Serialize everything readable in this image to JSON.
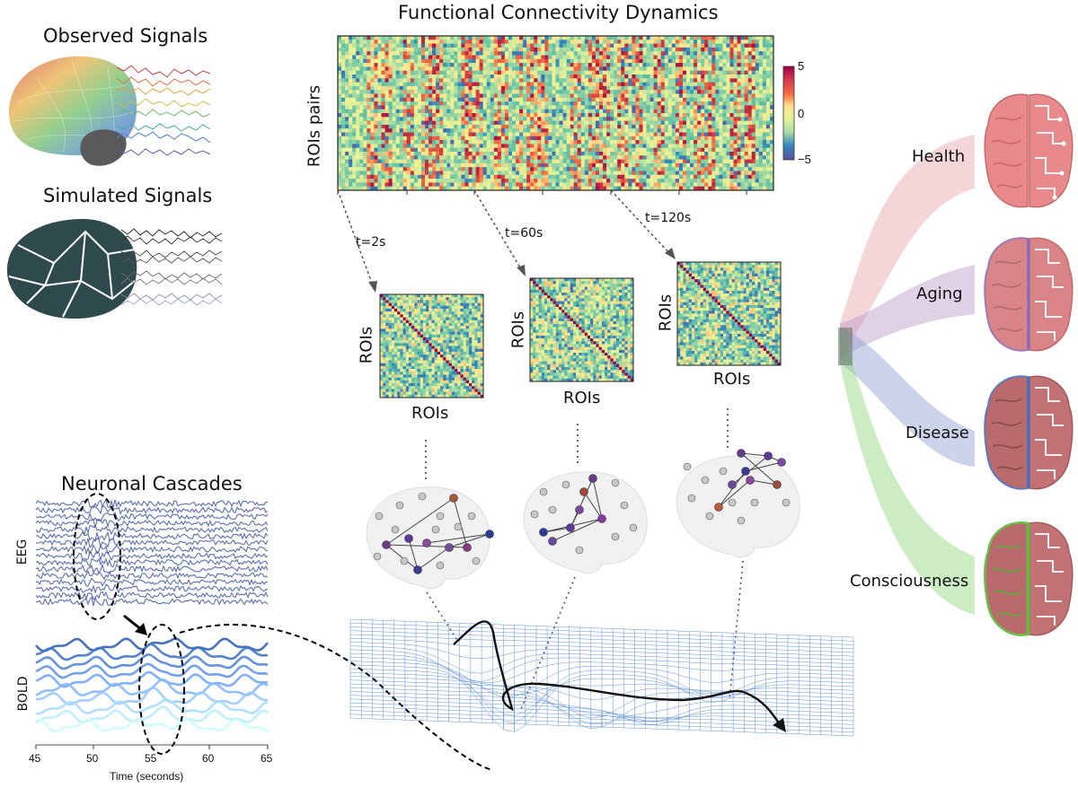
{
  "panels": {
    "observed": {
      "title": "Observed Signals"
    },
    "simulated": {
      "title": "Simulated Signals"
    },
    "cascades": {
      "title": "Neuronal Cascades",
      "eeg_label": "EEG",
      "bold_label": "BOLD",
      "x_ticks": [
        "45",
        "50",
        "55",
        "60",
        "65"
      ],
      "x_label": "Time (seconds)"
    },
    "fcd": {
      "title": "Functional Connectivity Dynamics",
      "y_label": "ROIs pairs",
      "colorbar_ticks": [
        "5",
        "0",
        "−5"
      ]
    },
    "snapshots": [
      {
        "time": "t=2s",
        "x_label": "ROIs",
        "y_label": "ROIs"
      },
      {
        "time": "t=60s",
        "x_label": "ROIs",
        "y_label": "ROIs"
      },
      {
        "time": "t=120s",
        "x_label": "ROIs",
        "y_label": "ROIs"
      }
    ],
    "outcomes": [
      "Health",
      "Aging",
      "Disease",
      "Consciousness"
    ]
  },
  "colors": {
    "health": "#e8a3a8",
    "aging": "#b89ac8",
    "disease": "#8ea0d0",
    "consciousness": "#8fd67a",
    "eeg": "#4a5fa6",
    "bold": "#3f6fb5",
    "landscape": "#3b78c8",
    "sim_brain": "#2f4a4d"
  }
}
